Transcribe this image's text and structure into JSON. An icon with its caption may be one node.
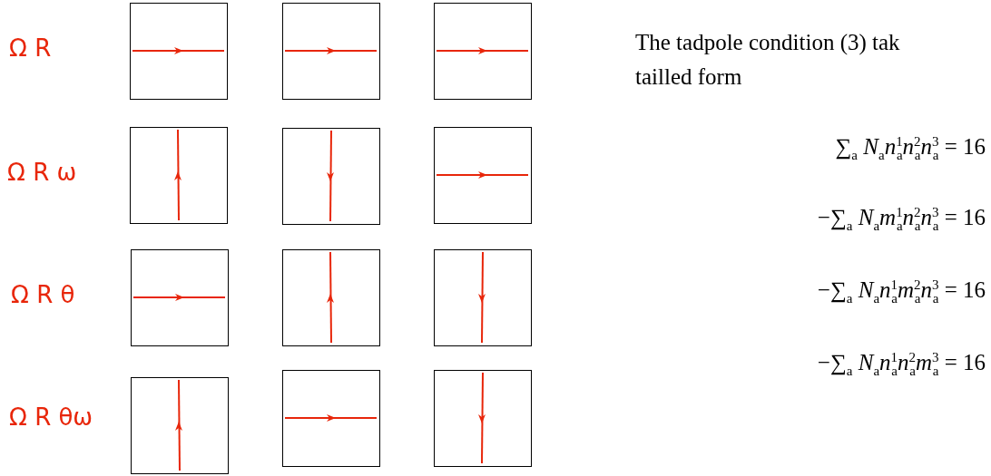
{
  "diagram": {
    "nodes": [
      {
        "text": [],
        "shape": "box"
      },
      {
        "text": [],
        "shape": "box"
      },
      {
        "text": [],
        "shape": "box"
      },
      {
        "text": [],
        "shape": "box"
      },
      {
        "text": [],
        "shape": "box"
      },
      {
        "text": [],
        "shape": "box"
      },
      {
        "text": [],
        "shape": "box"
      },
      {
        "text": [],
        "shape": "box"
      },
      {
        "text": [],
        "shape": "box"
      },
      {
        "text": [],
        "shape": "box"
      },
      {
        "text": [],
        "shape": "box"
      },
      {
        "text": [],
        "shape": "box"
      }
    ],
    "edges": [],
    "labels": [
      "Ω R",
      "Ω R ω",
      "Ω R θ",
      "Ω R θω",
      "The tadpole condition (3) tak",
      "tailled form",
      "∑$_{a}$ *N*$_{a}$*n*$^{1}$$_{a}$*n*$^{2}$$_{a}$*n*$^{3}$$_{a}$ = 16",
      "−∑$_{a}$ *N*$_{a}$*m*$^{1}$$_{a}$*n*$^{2}$$_{a}$*n*$^{3}$$_{a}$ = 16",
      "−∑$_{a}$ *N*$_{a}$*n*$^{1}$$_{a}$*m*$^{2}$$_{a}$*n*$^{3}$$_{a}$ = 16",
      "−∑$_{a}$ *N*$_{a}$*n*$^{1}$$_{a}$*n*$^{2}$$_{a}$*m*$^{3}$$_{a}$ = 16"
    ]
  }
}
